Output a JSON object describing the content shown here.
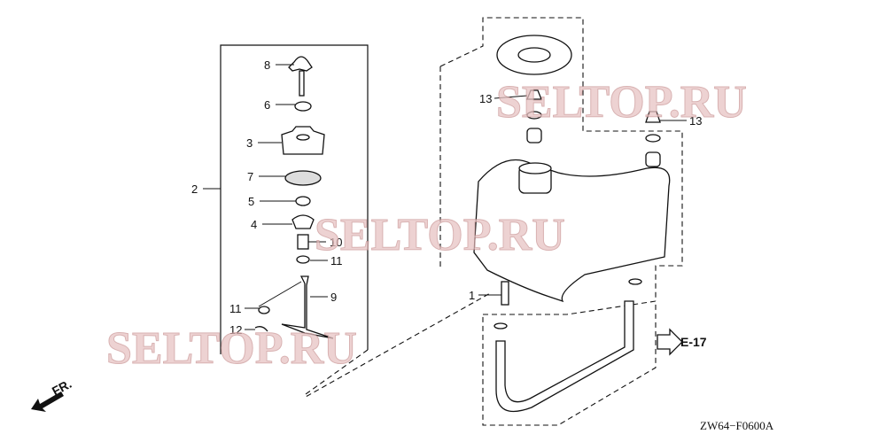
{
  "diagram": {
    "callouts": {
      "p8": "8",
      "p6": "6",
      "p3": "3",
      "p7": "7",
      "p2": "2",
      "p5": "5",
      "p4": "4",
      "p10": "10",
      "p11a": "11",
      "p9": "9",
      "p11b": "11",
      "p12": "12",
      "p13a": "13",
      "p13b": "13",
      "p1": "1"
    },
    "reference": "E-17",
    "front_marker": "FR.",
    "drawing_code": "ZW64−F0600A",
    "watermark": "SELTOP.RU"
  }
}
